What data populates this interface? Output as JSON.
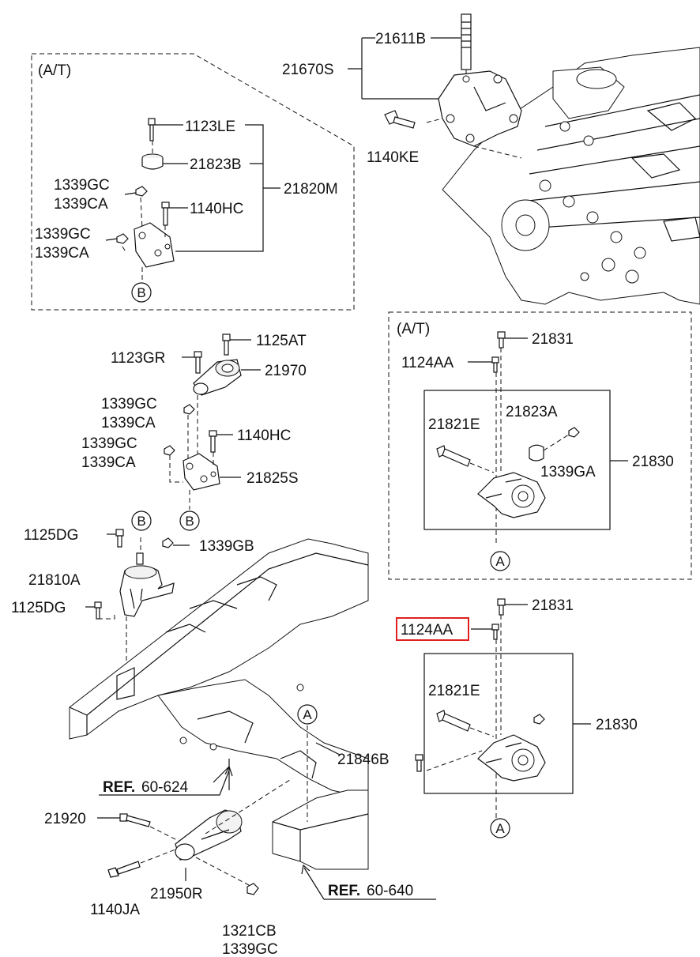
{
  "labels": {
    "at_top": "(A/T)",
    "at_right": "(A/T)",
    "p21611B": "21611B",
    "p21670S": "21670S",
    "p1140KE": "1140KE",
    "p1123LE": "1123LE",
    "p21823B": "21823B",
    "p1339GC_a": "1339GC",
    "p1339CA_a": "1339CA",
    "p1140HC_a": "1140HC",
    "p21820M": "21820M",
    "p1339GC_b": "1339GC",
    "p1339CA_b": "1339CA",
    "p1125AT": "1125AT",
    "p1123GR": "1123GR",
    "p21970": "21970",
    "p1339GC_c": "1339GC",
    "p1339CA_c": "1339CA",
    "p1140HC_b": "1140HC",
    "p1339GC_d": "1339GC",
    "p1339CA_d": "1339CA",
    "p21825S": "21825S",
    "p1125DG_a": "1125DG",
    "p1339GB": "1339GB",
    "p21810A": "21810A",
    "p1125DG_b": "1125DG",
    "p21831_a": "21831",
    "p1124AA_a": "1124AA",
    "p21821E_a": "21821E",
    "p21823A": "21823A",
    "p1339GA": "1339GA",
    "p21830_a": "21830",
    "p21831_b": "21831",
    "p1124AA_b": "1124AA",
    "p21821E_b": "21821E",
    "p21830_b": "21830",
    "p21846B": "21846B",
    "p21920": "21920",
    "p1140JA": "1140JA",
    "p21950R": "21950R",
    "p1321CB": "1321CB",
    "p1339GC_e": "1339GC",
    "ref_bold": "REF.",
    "ref1_num": "60-624",
    "ref2_num": "60-640"
  },
  "callouts": {
    "b1": "B",
    "b2": "B",
    "b3": "B",
    "a1": "A",
    "a2": "A",
    "a3": "A"
  },
  "highlight_color": "#e02020"
}
